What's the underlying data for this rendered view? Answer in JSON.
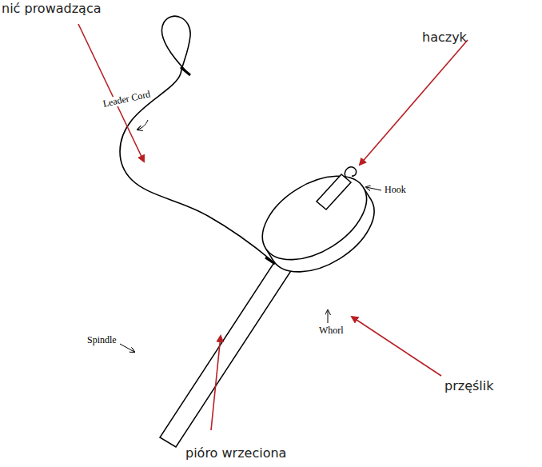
{
  "diagram": {
    "labels": [
      "nić prowadząca",
      "haczyk",
      "Leader Cord",
      "Hook",
      "Spindle",
      "Whorl",
      "przęślik",
      "pióro wrzeciona"
    ]
  }
}
